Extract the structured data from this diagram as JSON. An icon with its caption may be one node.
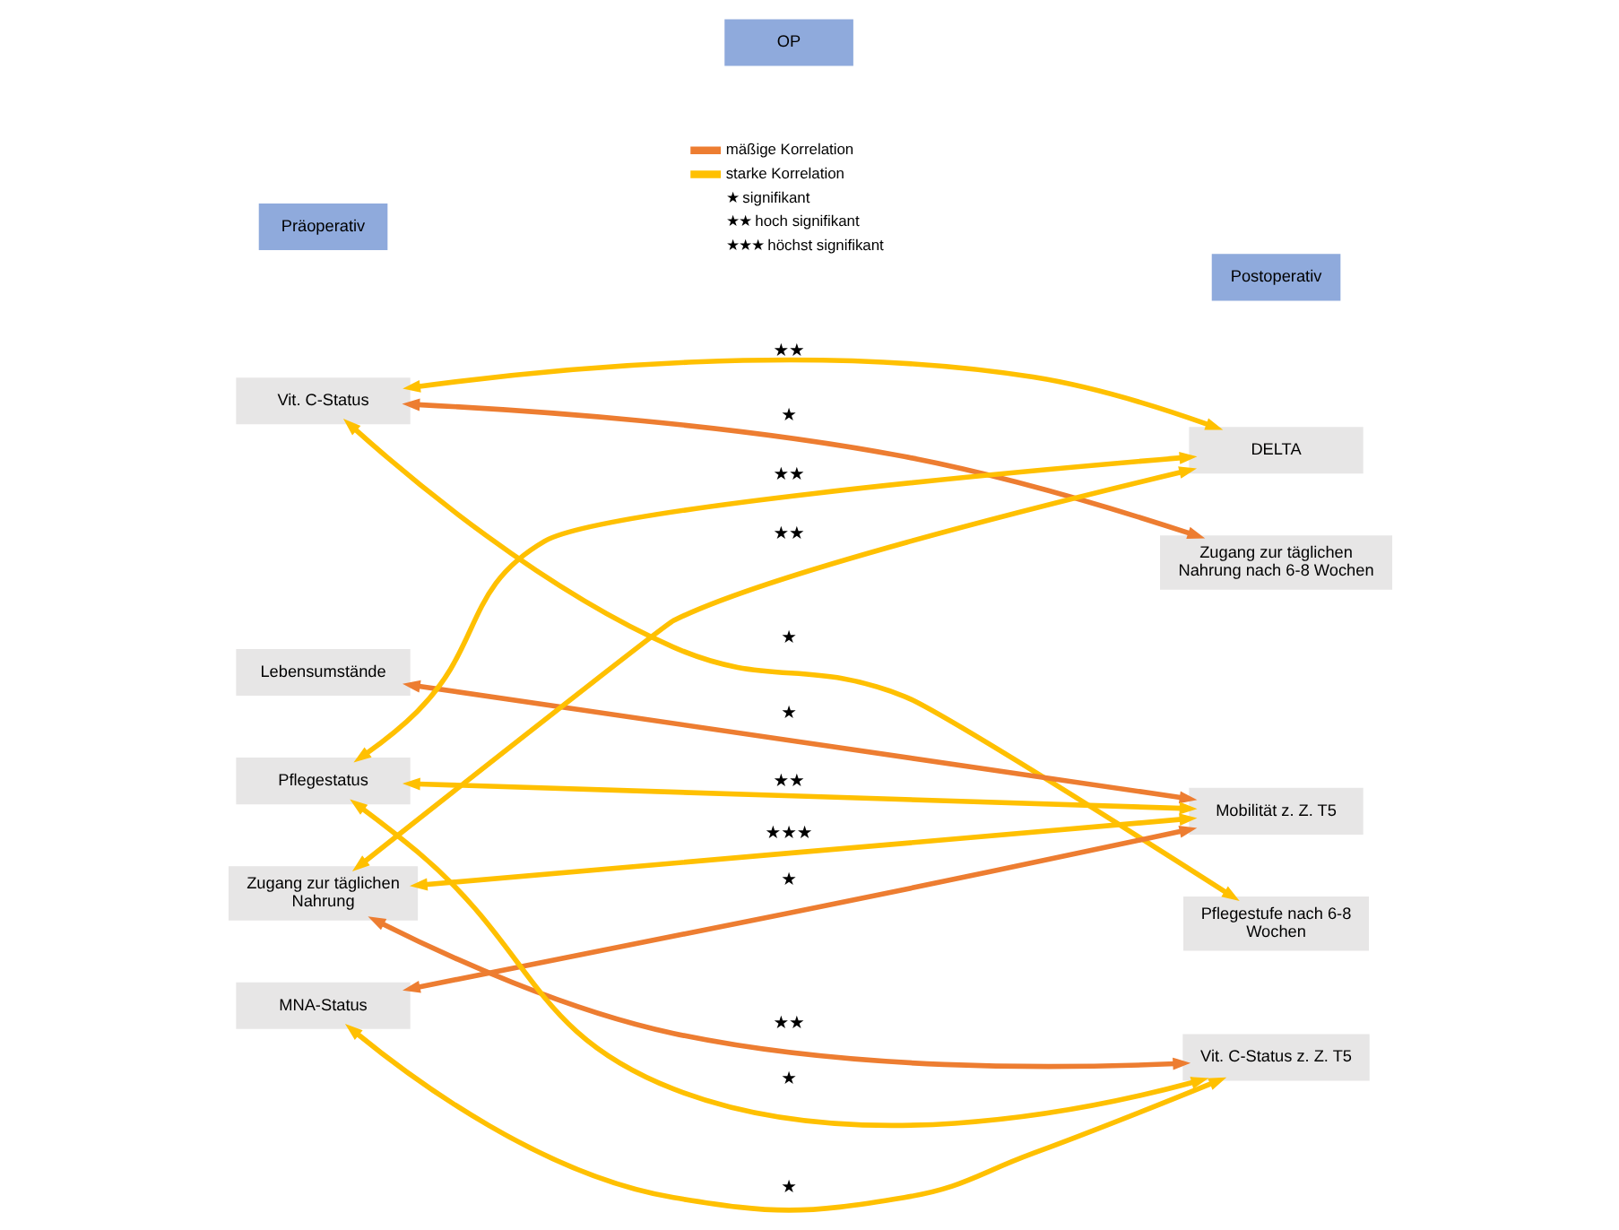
{
  "diagram": {
    "nodes": [
      {
        "text": [
          "Präoperativ"
        ]
      },
      {
        "text": [
          "OP"
        ]
      },
      {
        "text": [
          "Postoperativ"
        ]
      },
      {
        "text": [
          "Vit. C-Status"
        ]
      },
      {
        "text": [
          "Lebensumstände"
        ]
      },
      {
        "text": [
          "Pflegestatus"
        ]
      },
      {
        "text": [
          "Zugang zur täglichen Nahrung"
        ]
      },
      {
        "text": [
          "MNA-Status"
        ]
      },
      {
        "text": [
          "DELTA"
        ]
      },
      {
        "text": [
          "Zugang zur täglichen Nahrung nach 6-8 Wochen"
        ]
      },
      {
        "text": [
          "Mobilität z. Z. T5"
        ]
      },
      {
        "text": [
          "Pflegestufe nach 6-8 Wochen"
        ]
      },
      {
        "text": [
          "Vit. C-Status z. Z. T5"
        ]
      }
    ],
    "edges": [
      {
        "from": 3,
        "to": 8,
        "arrow": "both",
        "label": "★★"
      },
      {
        "from": 3,
        "to": 9,
        "arrow": "both",
        "label": "★",
        "color": "#ed7d31"
      },
      {
        "from": 3,
        "to": 11,
        "arrow": "both",
        "label": "★"
      },
      {
        "from": 4,
        "to": 10,
        "arrow": "both",
        "label": "★",
        "color": "#ed7d31"
      },
      {
        "from": 5,
        "to": 8,
        "arrow": "both",
        "label": "★★"
      },
      {
        "from": 5,
        "to": 10,
        "arrow": "both",
        "label": "★★"
      },
      {
        "from": 6,
        "to": 8,
        "arrow": "both",
        "label": "★★"
      },
      {
        "from": 6,
        "to": 10,
        "arrow": "both",
        "label": "★★★"
      },
      {
        "from": 6,
        "to": 12,
        "arrow": "both",
        "label": "★★",
        "color": "#ed7d31"
      },
      {
        "from": 7,
        "to": 10,
        "arrow": "both",
        "label": "★",
        "color": "#ed7d31"
      },
      {
        "from": 7,
        "to": 12,
        "arrow": "both",
        "label": "★"
      },
      {
        "from": 12,
        "to": 5,
        "arrow": "both",
        "label": "★"
      }
    ],
    "legend": [
      {
        "text": "mäßige Korrelation",
        "color": "#ed7d31"
      },
      {
        "text": "starke Korrelation",
        "color": "#ffc000"
      },
      {
        "text": "★ signifikant"
      },
      {
        "text": "★★ hoch signifikant"
      },
      {
        "text": "★★★ höchst signifikant"
      }
    ]
  }
}
